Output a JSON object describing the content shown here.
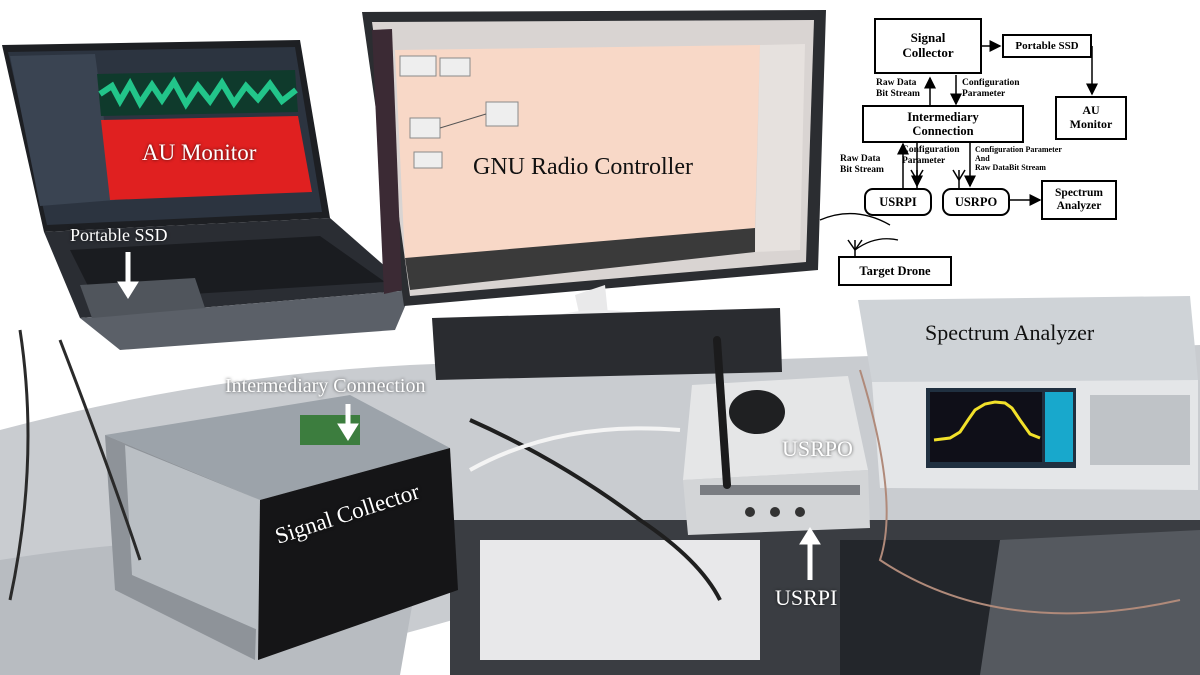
{
  "photo_labels": {
    "au_monitor": "AU Monitor",
    "gnu_radio": "GNU Radio Controller",
    "portable_ssd": "Portable SSD",
    "intermediary": "Intermediary Connection",
    "signal_collector": "Signal Collector",
    "usrpo": "USRPO",
    "usrpi": "USRPI",
    "spectrum_analyzer": "Spectrum Analyzer"
  },
  "diagram": {
    "signal_collector": [
      "Signal",
      "Collector"
    ],
    "portable_ssd": "Portable SSD",
    "au_monitor": [
      "AU",
      "Monitor"
    ],
    "intermediary": [
      "Intermediary",
      "Connection"
    ],
    "usrpi": "USRPI",
    "usrpo": "USRPO",
    "spectrum_analyzer": [
      "Spectrum",
      "Analyzer"
    ],
    "target_drone": "Target Drone",
    "raw_data_top": [
      "Raw Data",
      "Bit Stream"
    ],
    "config_top": [
      "Configuration",
      "Parameter"
    ],
    "raw_data_left": [
      "Raw Data",
      "Bit Stream"
    ],
    "config_mid": [
      "Configuration",
      "Parameter"
    ],
    "config_raw_right": [
      "Configuration Parameter",
      "And",
      "Raw DataBit Stream"
    ]
  },
  "colors": {
    "spectrum_red": "#e02020",
    "spectrum_green": "#22c58a",
    "trace_yellow": "#f2e12a",
    "screen_peach": "#f8d8c7",
    "desk_gray": "#c9ccd0"
  }
}
